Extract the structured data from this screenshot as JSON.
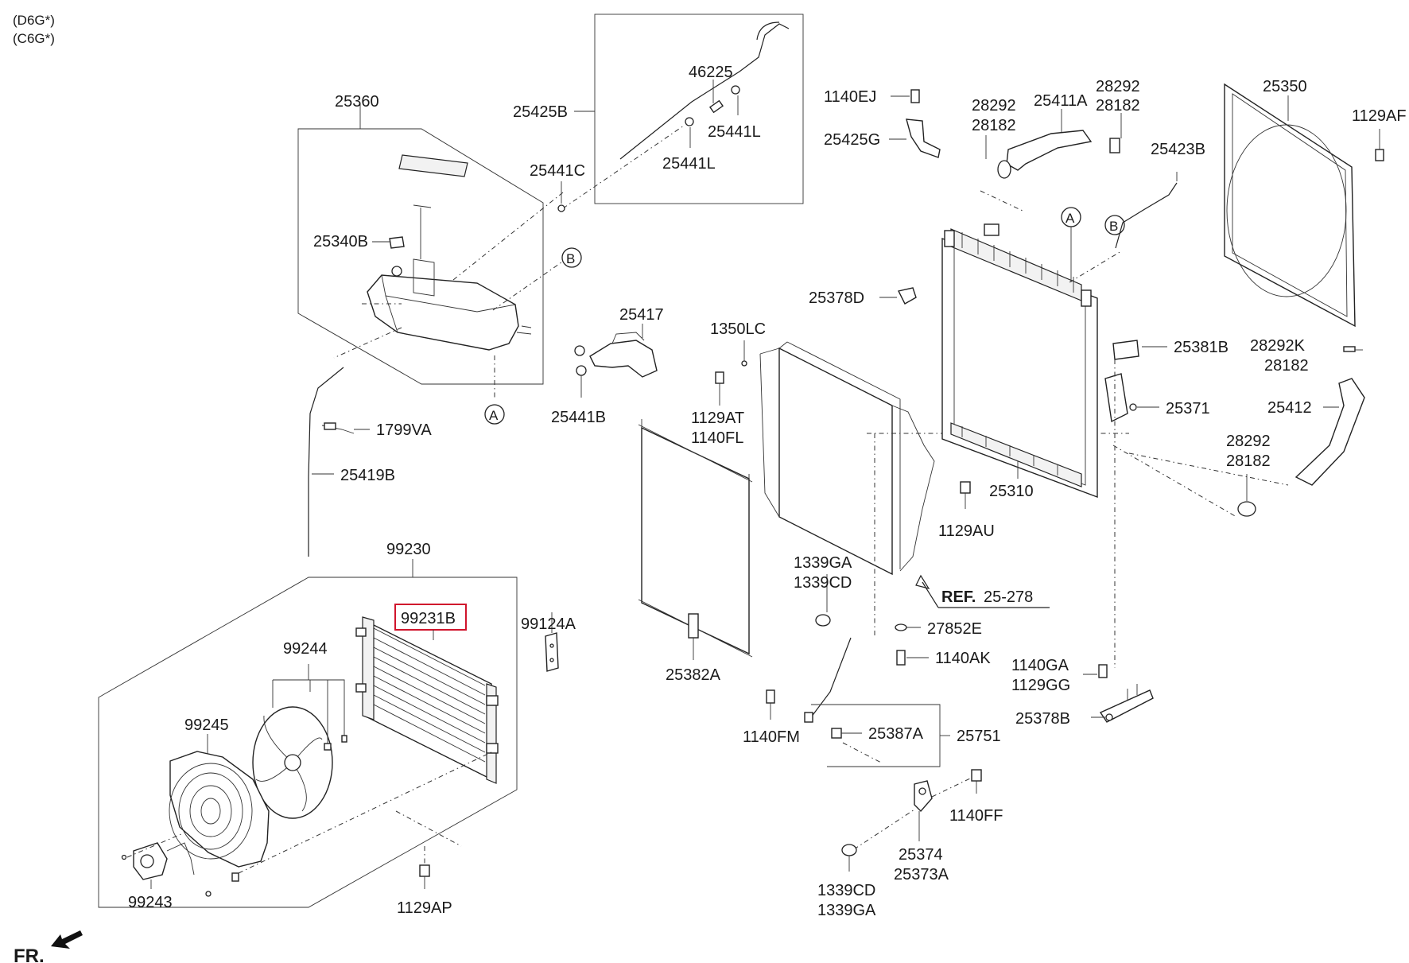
{
  "variants": [
    "(D6G*)",
    "(C6G*)"
  ],
  "direction_label": "FR.",
  "highlight_color": "#d0142c",
  "line_color": "#222222",
  "callouts": [
    "A",
    "B",
    "A",
    "B"
  ],
  "reference": {
    "prefix": "REF.",
    "number": "25-278"
  },
  "parts": {
    "p25360": "25360",
    "p25425B": "25425B",
    "p46225": "46225",
    "p25441L_a": "25441L",
    "p25441L_b": "25441L",
    "p25441C": "25441C",
    "p25340B": "25340B",
    "p25417": "25417",
    "p25441B": "25441B",
    "p1799VA": "1799VA",
    "p25419B": "25419B",
    "p99230": "99230",
    "p99231B": "99231B",
    "p99124A": "99124A",
    "p99244": "99244",
    "p99245": "99245",
    "p99243": "99243",
    "p1129AP": "1129AP",
    "p25382A": "25382A",
    "p1350LC": "1350LC",
    "p1129AT": "1129AT",
    "p1140FL": "1140FL",
    "p1140EJ": "1140EJ",
    "p25425G": "25425G",
    "p28292_a": "28292",
    "p28182_a": "28182",
    "p25411A": "25411A",
    "p28292_b": "28292",
    "p28182_b": "28182",
    "p25423B": "25423B",
    "p25350": "25350",
    "p1129AF": "1129AF",
    "p25378D": "25378D",
    "p25381B": "25381B",
    "p28292K": "28292K",
    "p28182_c": "28182",
    "p25371": "25371",
    "p25412": "25412",
    "p28292_d": "28292",
    "p28182_d": "28182",
    "p25310": "25310",
    "p1129AU": "1129AU",
    "p1339GA_a": "1339GA",
    "p1339CD_a": "1339CD",
    "p27852E": "27852E",
    "p1140AK": "1140AK",
    "p1140GA": "1140GA",
    "p1129GG": "1129GG",
    "p25378B": "25378B",
    "p1140FM": "1140FM",
    "p25387A": "25387A",
    "p25751": "25751",
    "p1140FF": "1140FF",
    "p25374": "25374",
    "p25373A": "25373A",
    "p1339CD_b": "1339CD",
    "p1339GA_b": "1339GA"
  }
}
